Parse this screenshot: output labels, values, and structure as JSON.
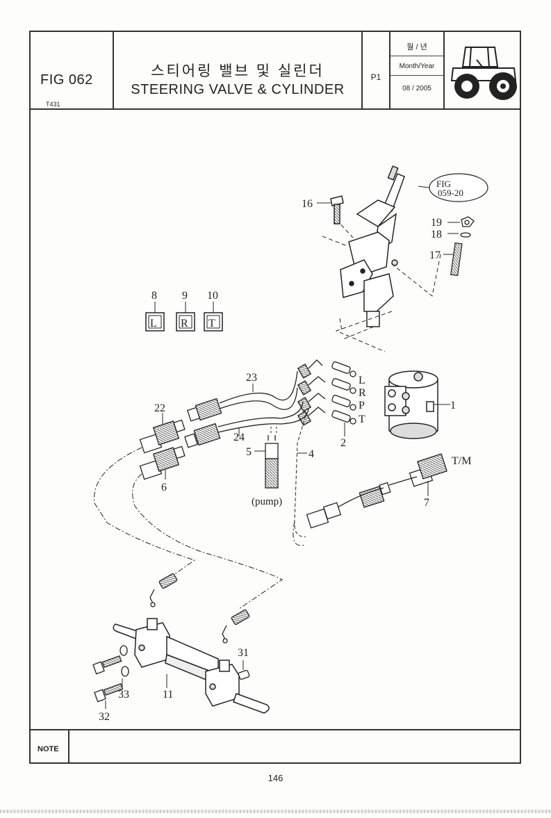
{
  "header": {
    "fig_no": "FIG 062",
    "model": "T431",
    "title_ko": "스티어링 밸브 및 실린더",
    "title_en": "STEERING VALVE & CYLINDER",
    "page_code": "P1",
    "date_ko": "월 / 년",
    "date_en": "Month/Year",
    "date_value": "08 / 2005"
  },
  "callouts": {
    "c1": "1",
    "c2": "2",
    "c4": "4",
    "c5": "5",
    "c6": "6",
    "c7": "7",
    "c8": "8",
    "c9": "9",
    "c10": "10",
    "c11": "11",
    "c16": "16",
    "c17": "17",
    "c18": "18",
    "c19": "19",
    "c22": "22",
    "c23": "23",
    "c24": "24",
    "c31": "31",
    "c32": "32",
    "c33": "33"
  },
  "markers": {
    "l": "L",
    "r": "R",
    "t": "T"
  },
  "port_labels": {
    "l": "L",
    "r": "R",
    "p": "P",
    "t": "T"
  },
  "annotations": {
    "fig_ref_1": "FIG",
    "fig_ref_2": "059-20",
    "pump": "(pump)",
    "tm": "T/M"
  },
  "note": {
    "label": "NOTE"
  },
  "page_number": "146"
}
